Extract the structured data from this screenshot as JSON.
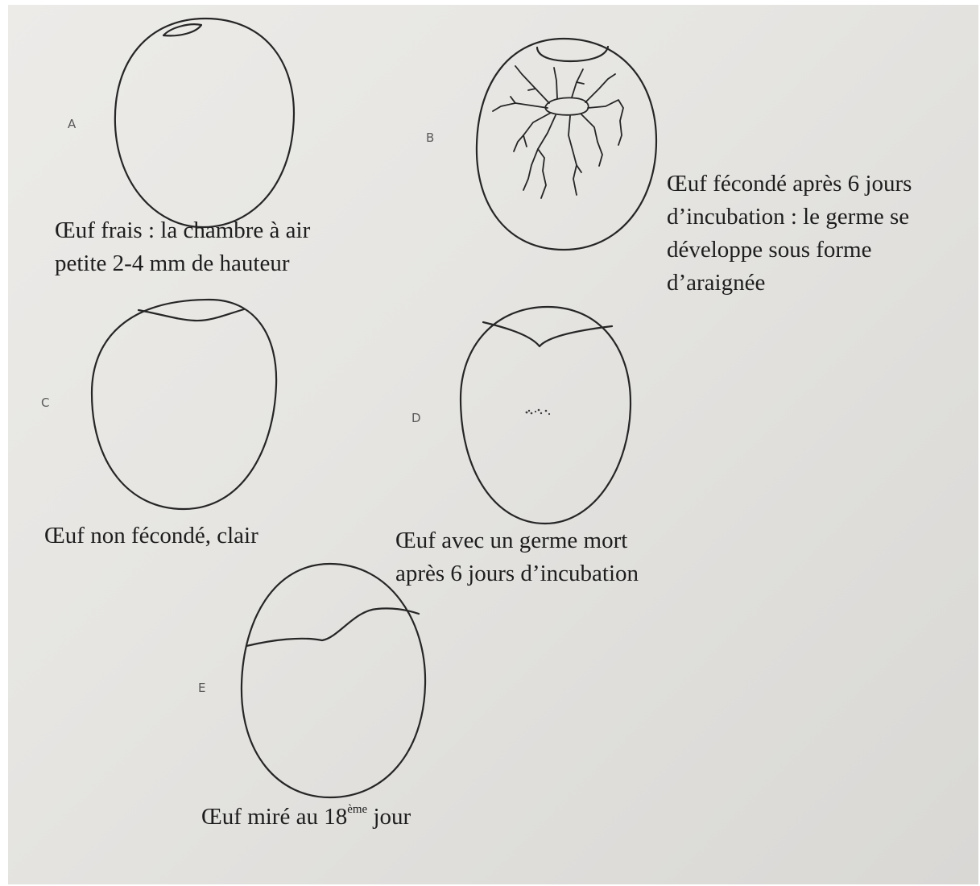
{
  "eggs": {
    "a": {
      "letter": "A",
      "caption_line1": "Œuf frais : la chambre à air",
      "caption_line2": "petite 2-4 mm de hauteur"
    },
    "b": {
      "letter": "B",
      "caption_line1": "Œuf fécondé après 6 jours",
      "caption_line2": "d’incubation : le germe se",
      "caption_line3": "développe sous forme",
      "caption_line4": "d’araignée"
    },
    "c": {
      "letter": "C",
      "caption_line1": "Œuf non fécondé, clair"
    },
    "d": {
      "letter": "D",
      "caption_line1": "Œuf avec un germe mort",
      "caption_line2": "après 6 jours d’incubation"
    },
    "e": {
      "letter": "E",
      "caption_before": "Œuf miré au 18",
      "caption_sup": "ème",
      "caption_after": " jour"
    }
  }
}
